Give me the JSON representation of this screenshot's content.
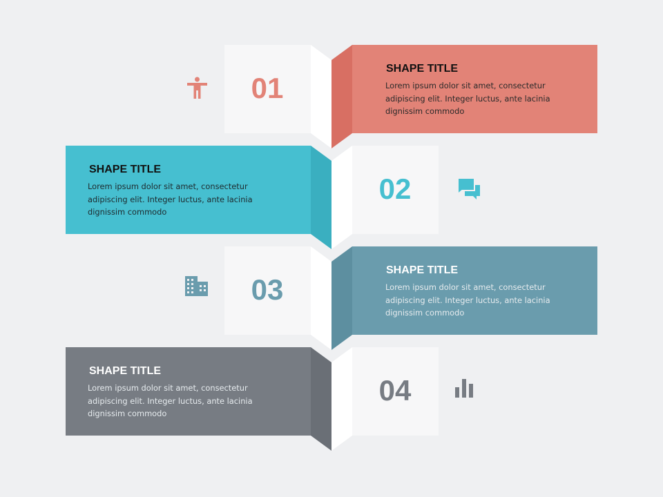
{
  "steps": [
    {
      "number": "01",
      "title": "SHAPE TITLE",
      "body": "Lorem ipsum dolor sit amet, consectetur adipiscing elit. Integer luctus, ante lacinia dignissim commodo",
      "color": "#e28377",
      "icon": "person-icon"
    },
    {
      "number": "02",
      "title": "SHAPE TITLE",
      "body": "Lorem ipsum dolor sit amet, consectetur adipiscing elit. Integer luctus, ante lacinia dignissim commodo",
      "color": "#46bfd0",
      "icon": "chat-icon"
    },
    {
      "number": "03",
      "title": "SHAPE TITLE",
      "body": "Lorem ipsum dolor sit amet, consectetur adipiscing elit. Integer luctus, ante lacinia dignissim commodo",
      "color": "#6a9cad",
      "icon": "building-icon"
    },
    {
      "number": "04",
      "title": "SHAPE TITLE",
      "body": "Lorem ipsum dolor sit amet, consectetur adipiscing elit. Integer luctus, ante lacinia dignissim commodo",
      "color": "#777c83",
      "icon": "bar-chart-icon"
    }
  ],
  "colors": {
    "background": "#eff0f2",
    "number_box": "#f7f7f8",
    "fold": "#ffffff",
    "title_dark": "#111111",
    "title_light": "#ffffff",
    "body_dark": "#2a2a2a",
    "body_light": "#e6ebee"
  }
}
